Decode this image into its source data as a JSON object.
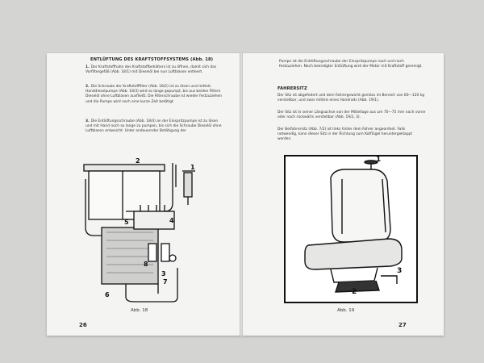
{
  "left_page": {
    "heading": "ENTLÜFTUNG DES KRAFTSTOFFSYSTEMS (Abb. 18)",
    "items": [
      {
        "num": "1.",
        "text": "Der Kraftstoffhahn des Kraftstoffbehälters ist zu öffnen, damit sich das Vorfiltergefäß (Abb. 18/1) mit Dieselöl bei nun Luftblasen entleert."
      },
      {
        "num": "2.",
        "text": "Die Schraube der Kraftstofffilter (Abb. 18/2) ist zu lösen und mittels Handdieselpumpe (Abb. 18/3) wird so lange gepumpt, bis aus beiden Filtern Dieselöl ohne Luftblasen ausfließt. Die Filterschraube ist wieder festzuziehen und die Pumpe wird noch eine kurze Zeit betätigt."
      },
      {
        "num": "3.",
        "text": "Die Entlüftungsschraube (Abb. 18/4) an der Einspritzpumpe ist zu lösen und mit Hand noch so lange zu pumpen, bis sich die Schraube Dieselöl ohne Luftblasen entweicht. Unter andauernder Betätigung der"
      }
    ],
    "figure_labels": [
      "1",
      "2",
      "3",
      "4",
      "5",
      "6",
      "7",
      "8"
    ],
    "caption": "Abb. 18",
    "page_number": "26"
  },
  "right_page": {
    "intro": "Pumpe ist die Entlüftungsschraube der Einspritzpumpe nach und nach festzuziehen. Nach beendigter Entlüftung wird der Motor mit Kraftstoff gereinigt.",
    "heading": "FAHRERSITZ",
    "paragraphs": [
      "Der Sitz ist abgefedert und dem Fahrergewicht gemäss im Bereich von 60—120 kg verstellbar, und zwar mittels eines Handrads (Abb. 19/1).",
      "Der Sitz ist in seiner Längsachse von der Mittellage aus um 70—75 mm nach vorne oder nach rückwärts verstellbar (Abb. 19/2, 3).",
      "Der Beifahrersitz (Abb. 7/2) ist links hinter dem Fahrer angeordnet. Falls notwendig, kann dieser Sitz in der Richtung zum Kotflügel heruntergeklappt werden."
    ],
    "figure_labels": [
      "1",
      "2",
      "3"
    ],
    "caption": "Abb. 19",
    "page_number": "27"
  }
}
